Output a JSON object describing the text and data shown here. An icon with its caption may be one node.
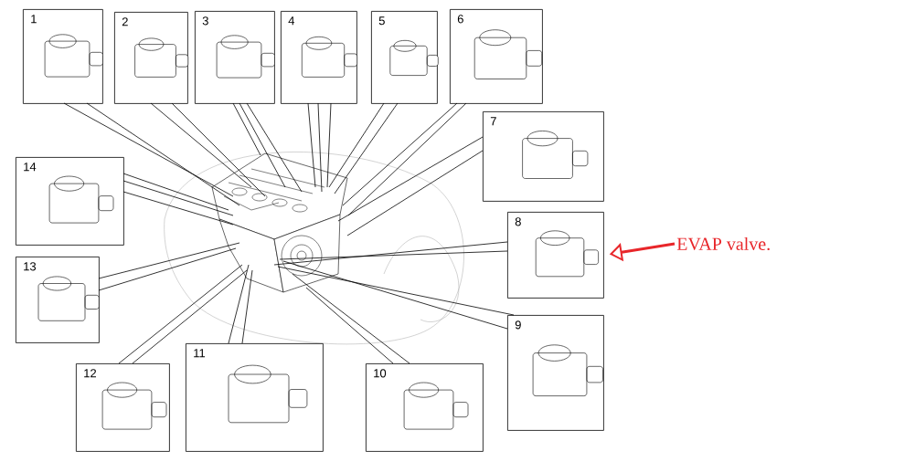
{
  "diagram": {
    "nodes": [
      {
        "text": [
          "1"
        ]
      },
      {
        "text": [
          "2"
        ]
      },
      {
        "text": [
          "3"
        ]
      },
      {
        "text": [
          "4"
        ]
      },
      {
        "text": [
          "5"
        ]
      },
      {
        "text": [
          "6"
        ]
      },
      {
        "text": [
          "7"
        ]
      },
      {
        "text": [
          "8"
        ]
      },
      {
        "text": [
          "9"
        ]
      },
      {
        "text": [
          "10"
        ]
      },
      {
        "text": [
          "11"
        ]
      },
      {
        "text": [
          "12"
        ]
      },
      {
        "text": [
          "13"
        ]
      },
      {
        "text": [
          "14"
        ]
      },
      {
        "text": [],
        "shape": "picture"
      },
      {
        "text": [
          "EVAP valve."
        ]
      }
    ],
    "edges": [
      {
        "from": 0,
        "to": 14,
        "arrow": "none"
      },
      {
        "from": 0,
        "to": 14,
        "arrow": "none"
      },
      {
        "from": 1,
        "to": 14,
        "arrow": "none"
      },
      {
        "from": 1,
        "to": 14,
        "arrow": "none"
      },
      {
        "from": 2,
        "to": 14,
        "arrow": "none"
      },
      {
        "from": 2,
        "to": 14,
        "arrow": "none"
      },
      {
        "from": 2,
        "to": 14,
        "arrow": "none"
      },
      {
        "from": 3,
        "to": 14,
        "arrow": "none"
      },
      {
        "from": 3,
        "to": 14,
        "arrow": "none"
      },
      {
        "from": 3,
        "to": 14,
        "arrow": "none"
      },
      {
        "from": 4,
        "to": 14,
        "arrow": "none"
      },
      {
        "from": 4,
        "to": 14,
        "arrow": "none"
      },
      {
        "from": 5,
        "to": 14,
        "arrow": "none"
      },
      {
        "from": 5,
        "to": 14,
        "arrow": "none"
      },
      {
        "from": 6,
        "to": 14,
        "arrow": "none"
      },
      {
        "from": 6,
        "to": 14,
        "arrow": "none"
      },
      {
        "from": 7,
        "to": 14,
        "arrow": "none"
      },
      {
        "from": 7,
        "to": 14,
        "arrow": "none"
      },
      {
        "from": 8,
        "to": 14,
        "arrow": "none"
      },
      {
        "from": 8,
        "to": 14,
        "arrow": "none"
      },
      {
        "from": 9,
        "to": 14,
        "arrow": "none"
      },
      {
        "from": 9,
        "to": 14,
        "arrow": "none"
      },
      {
        "from": 10,
        "to": 14,
        "arrow": "none"
      },
      {
        "from": 10,
        "to": 14,
        "arrow": "none"
      },
      {
        "from": 11,
        "to": 14,
        "arrow": "none"
      },
      {
        "from": 11,
        "to": 14,
        "arrow": "none"
      },
      {
        "from": 12,
        "to": 14,
        "arrow": "none"
      },
      {
        "from": 12,
        "to": 14,
        "arrow": "none"
      },
      {
        "from": 13,
        "to": 14,
        "arrow": "none"
      },
      {
        "from": 13,
        "to": 14,
        "arrow": "none"
      },
      {
        "from": 13,
        "to": 14,
        "arrow": "none"
      },
      {
        "from": 15,
        "to": 7,
        "arrow": "to",
        "style": "thick",
        "color": "#e8262a"
      }
    ]
  }
}
